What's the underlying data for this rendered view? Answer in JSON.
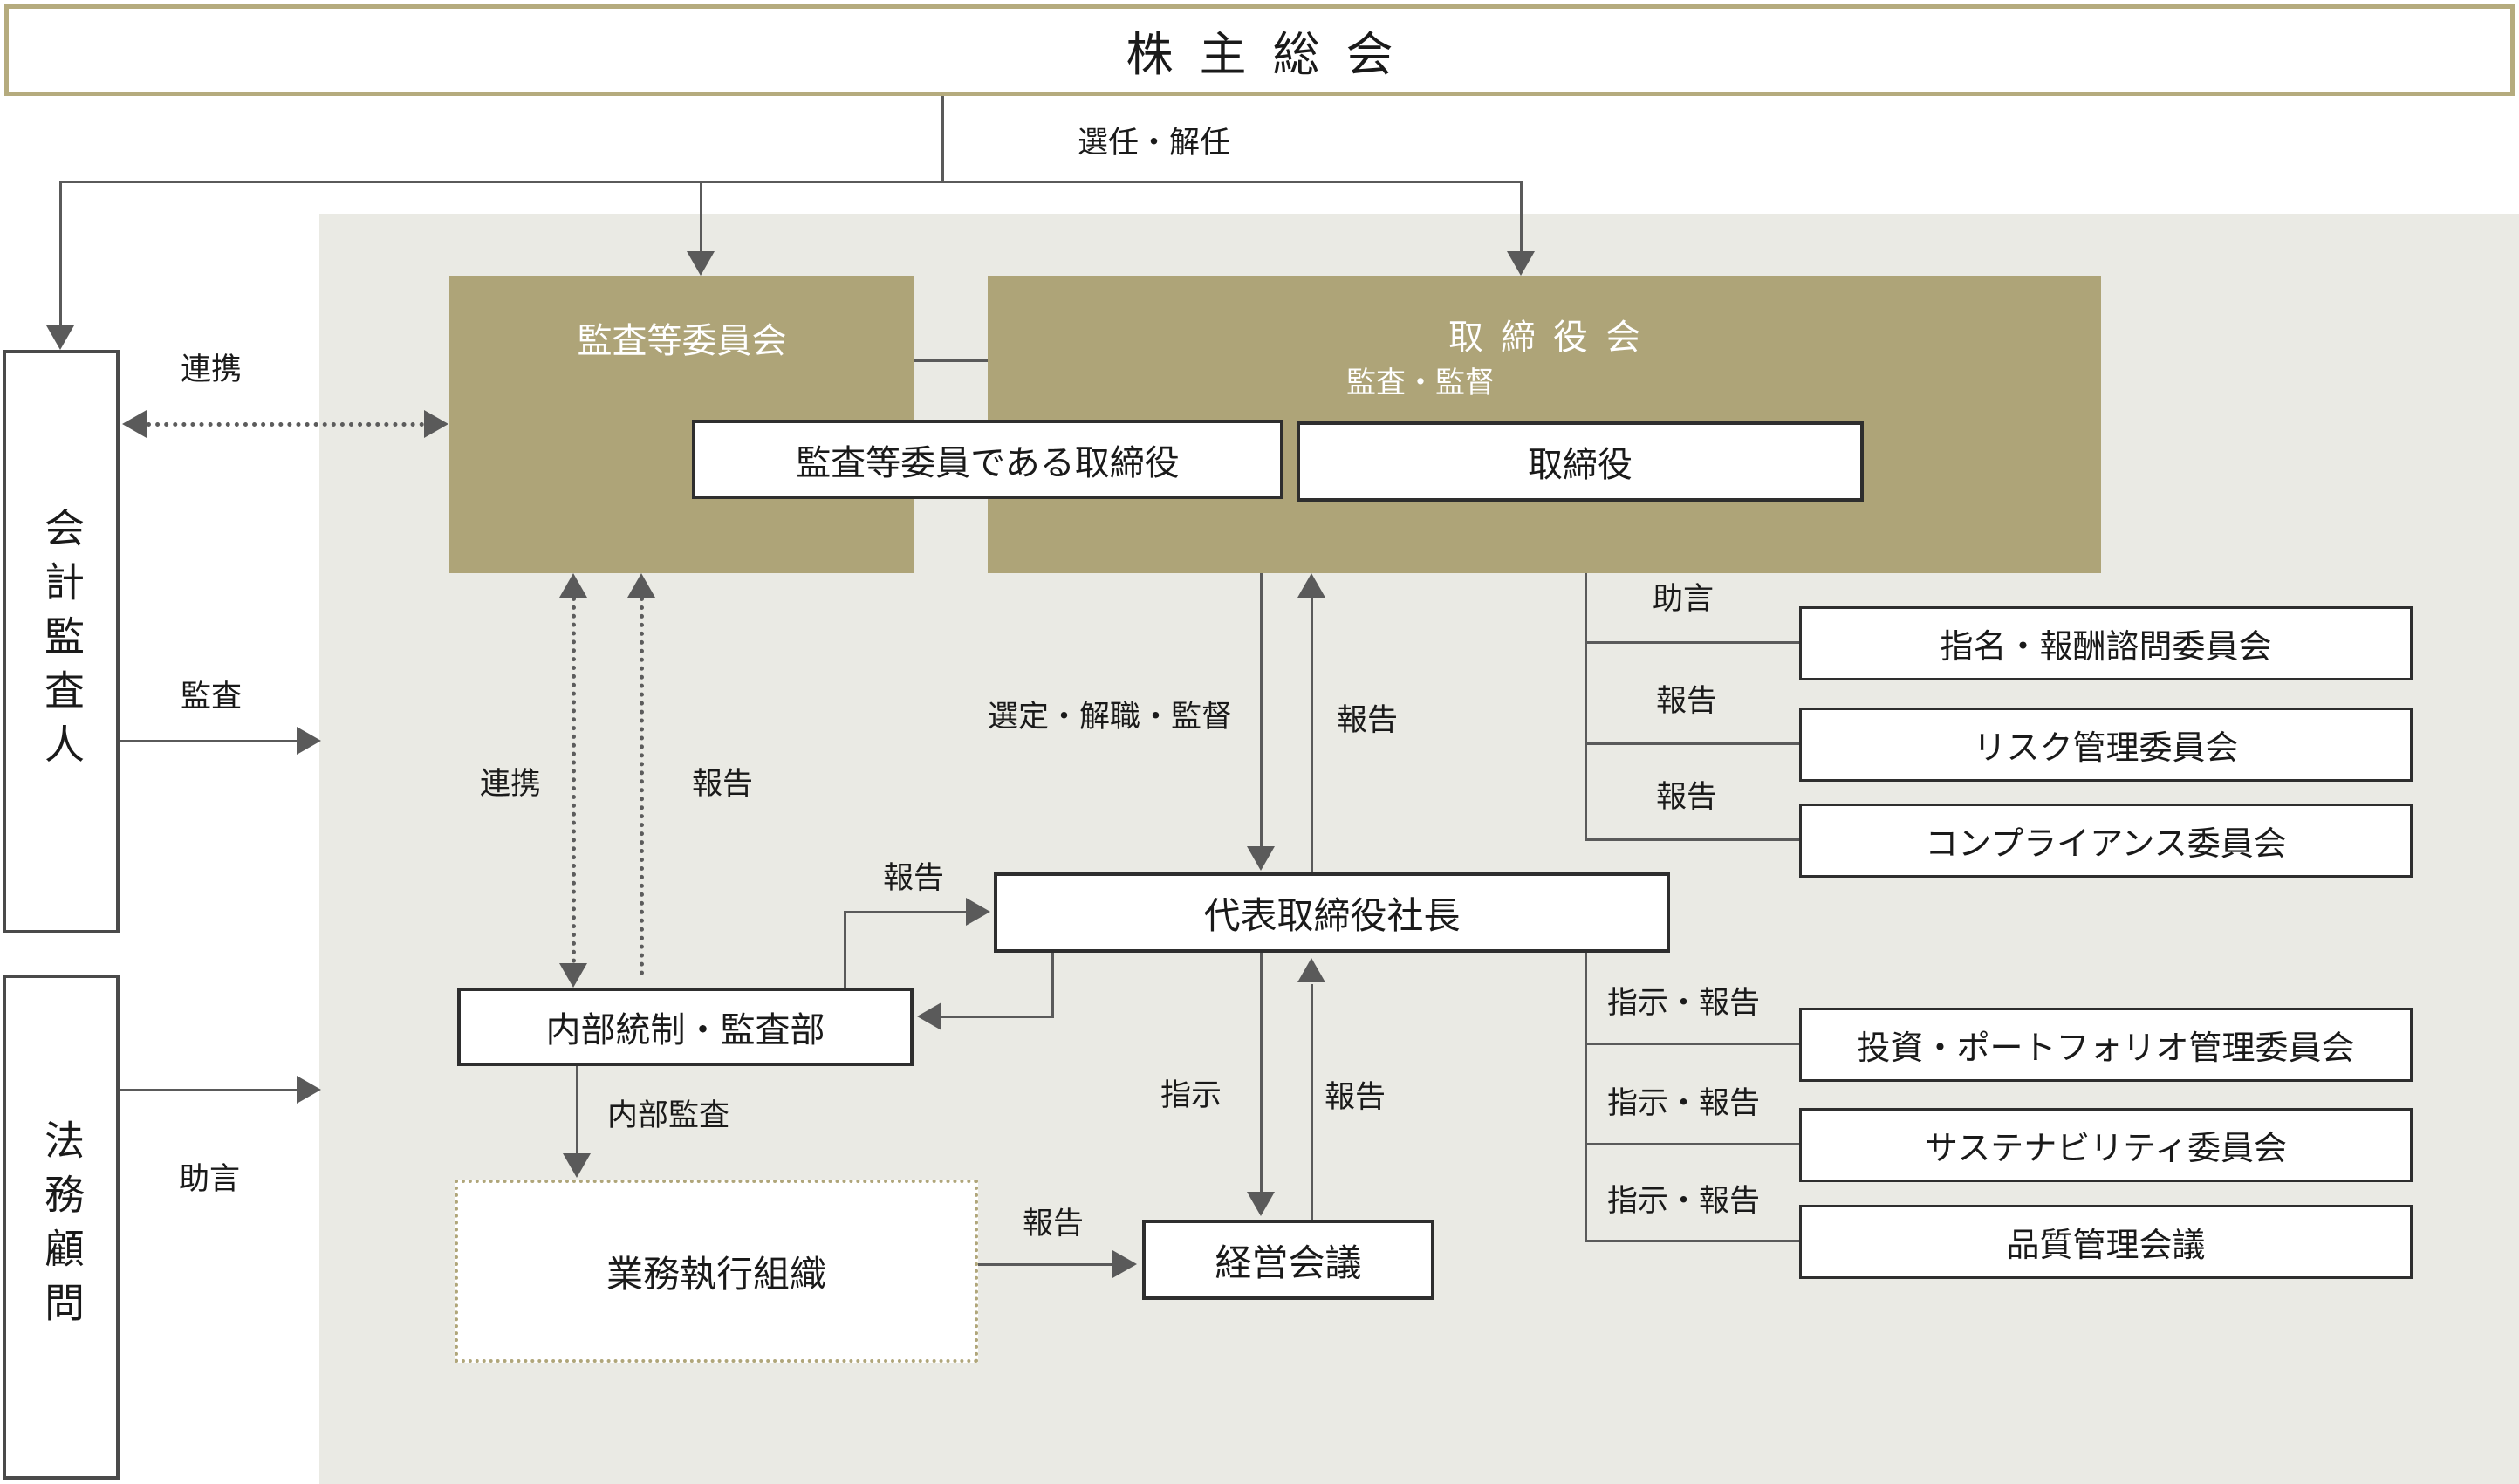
{
  "nodes": {
    "shareholders_meeting": "株主総会",
    "audit_committee": "監査等委員会",
    "board_of_directors": "取締役会",
    "audit_committee_directors": "監査等委員である取締役",
    "directors": "取締役",
    "accounting_auditor": "会計監査人",
    "legal_advisor": "法務顧問",
    "president": "代表取締役社長",
    "internal_control_audit_dept": "内部統制・監査部",
    "business_execution_org": "業務執行組織",
    "management_meeting": "経営会議",
    "nomination_compensation_committee": "指名・報酬諮問委員会",
    "risk_management_committee": "リスク管理委員会",
    "compliance_committee": "コンプライアンス委員会",
    "investment_portfolio_committee": "投資・ポートフォリオ管理委員会",
    "sustainability_committee": "サステナビリティ委員会",
    "quality_management_meeting": "品質管理会議"
  },
  "edge_labels": {
    "appoint_dismiss": "選任・解任",
    "cooperation_auditor": "連携",
    "audit": "監査",
    "advice_legal": "助言",
    "audit_supervise": "監査・監督",
    "cooperation_internal": "連携",
    "report_internal": "報告",
    "select_dismiss_supervise": "選定・解職・監督",
    "report_to_board": "報告",
    "report_ic_to_president": "報告",
    "internal_audit": "内部監査",
    "instruct_president_to_mm": "指示",
    "report_mm_to_president": "報告",
    "report_exec_to_mm": "報告",
    "advice_board": "助言",
    "report_board_1": "報告",
    "report_board_2": "報告",
    "instruct_report_1": "指示・報告",
    "instruct_report_2": "指示・報告",
    "instruct_report_3": "指示・報告"
  },
  "colors": {
    "tan_box": "#aea478",
    "title_border": "#b5ab7e",
    "panel_background": "#eaeae4",
    "connector_line": "#5a5a5a",
    "box_border": "#2e2e2e",
    "dotted_khaki_border": "#b0a67a"
  }
}
